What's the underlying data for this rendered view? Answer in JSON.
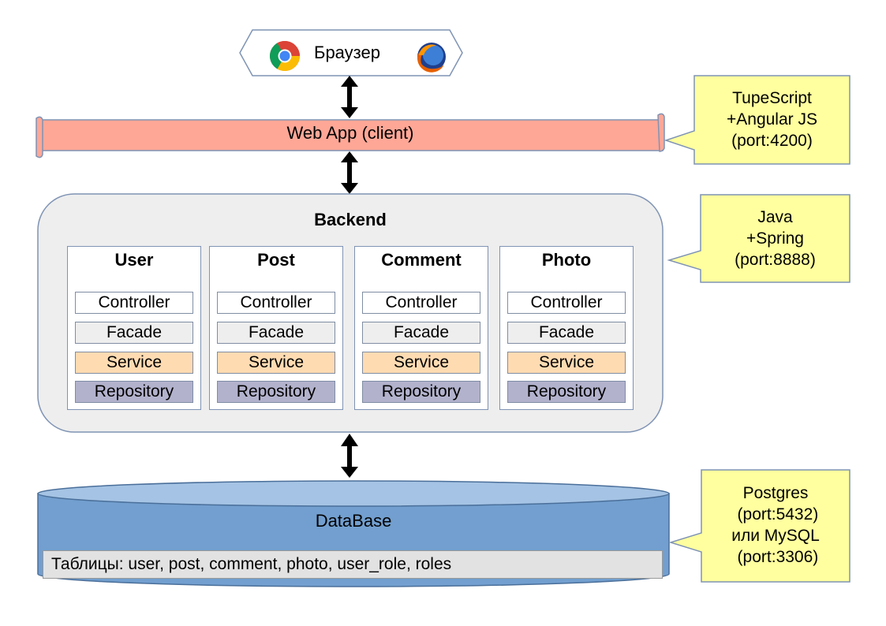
{
  "browser": {
    "label": "Браузер",
    "icons": [
      "chrome-icon",
      "firefox-icon"
    ]
  },
  "webapp": {
    "label": "Web App (client)",
    "note_lines": [
      "TupeScript",
      "+Angular JS",
      "(port:4200)"
    ]
  },
  "backend": {
    "title": "Backend",
    "note_lines": [
      "Java",
      "+Spring",
      "(port:8888)"
    ],
    "modules": [
      {
        "name": "User",
        "layers": [
          "Controller",
          "Facade",
          "Service",
          "Repository"
        ]
      },
      {
        "name": "Post",
        "layers": [
          "Controller",
          "Facade",
          "Service",
          "Repository"
        ]
      },
      {
        "name": "Comment",
        "layers": [
          "Controller",
          "Facade",
          "Service",
          "Repository"
        ]
      },
      {
        "name": "Photo",
        "layers": [
          "Controller",
          "Facade",
          "Service",
          "Repository"
        ]
      }
    ]
  },
  "database": {
    "label": "DataBase",
    "tables": "Таблицы: user, post, comment, photo, user_role, roles",
    "note_lines": [
      "Postgres",
      " (port:5432)",
      "или MySQL",
      " (port:3306)"
    ]
  },
  "colors": {
    "webapp_fill": "#ffa797",
    "callout_fill": "#ffff9f",
    "backend_fill": "#eeeeee",
    "db_fill": "#729fcf",
    "db_top": "#a5c3e4",
    "service_fill": "#ffdbb2",
    "repository_fill": "#b2b2cd"
  }
}
